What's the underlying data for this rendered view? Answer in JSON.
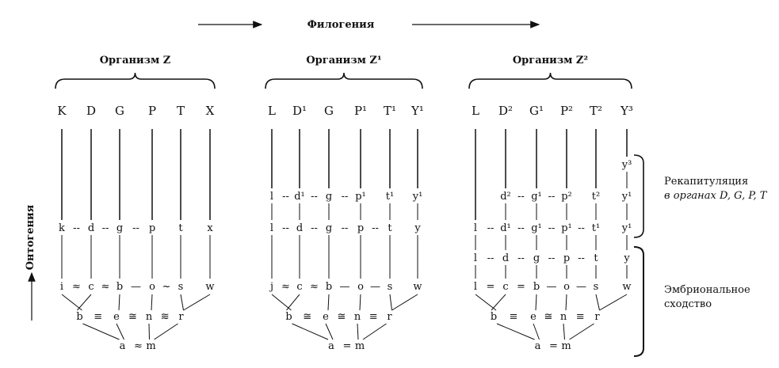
{
  "phylogeny_label": "Филогения",
  "ontogeny_label": "Онтогения",
  "organisms": [
    {
      "title": "Организм Z",
      "top": [
        "K",
        "D",
        "G",
        "P",
        "T",
        "X"
      ],
      "row3": [
        "",
        "",
        "",
        "",
        "",
        ""
      ],
      "rel3": [
        "",
        "",
        "",
        "",
        "",
        ""
      ],
      "row2": [
        "",
        "",
        "",
        "",
        "",
        ""
      ],
      "rel2": [
        "",
        "",
        "",
        "",
        "",
        ""
      ],
      "row1": [
        "k",
        "d",
        "g",
        "p",
        "t",
        "x"
      ],
      "rel1": [
        "",
        "--",
        "--",
        "--",
        "",
        ""
      ],
      "row0": [
        "i",
        "c",
        "b",
        "o",
        "s",
        "w"
      ],
      "rel0": [
        "",
        "≈",
        "≈",
        "—",
        "~",
        ""
      ],
      "pair": [
        "b",
        "e",
        "n",
        "r"
      ],
      "relpair": [
        "≡",
        "≅",
        "≋"
      ],
      "base": [
        "a",
        "m"
      ],
      "relbase": "≈"
    },
    {
      "title": "Организм Z¹",
      "top": [
        "L",
        "D¹",
        "G",
        "P¹",
        "T¹",
        "Y¹"
      ],
      "row3": [
        "",
        "",
        "",
        "",
        "",
        ""
      ],
      "rel3": [
        "",
        "",
        "",
        "",
        "",
        ""
      ],
      "row2": [
        "l",
        "d¹",
        "g",
        "p¹",
        "t¹",
        "y¹"
      ],
      "rel2": [
        "",
        "--",
        "--",
        "--",
        "",
        ""
      ],
      "row1": [
        "l",
        "d",
        "g",
        "p",
        "t",
        "y"
      ],
      "rel1": [
        "",
        "--",
        "--",
        "--",
        "--",
        ""
      ],
      "row0": [
        "j",
        "c",
        "b",
        "o",
        "s",
        "w"
      ],
      "rel0": [
        "",
        "≈",
        "≈",
        "—",
        "—",
        ""
      ],
      "pair": [
        "b",
        "e",
        "n",
        "r"
      ],
      "relpair": [
        "≅",
        "≅",
        "≡"
      ],
      "base": [
        "a",
        "m"
      ],
      "relbase": "="
    },
    {
      "title": "Организм Z²",
      "top": [
        "L",
        "D²",
        "G¹",
        "P²",
        "T²",
        "Y³"
      ],
      "row3": [
        "",
        "",
        "",
        "",
        "",
        "y³"
      ],
      "rel3": [
        "",
        "",
        "",
        "",
        "",
        ""
      ],
      "row2": [
        "",
        "d²",
        "g¹",
        "p²",
        "t²",
        "y¹"
      ],
      "rel2": [
        "",
        "",
        "--",
        "--",
        "",
        ""
      ],
      "row1": [
        "l",
        "d¹",
        "g¹",
        "p¹",
        "t¹",
        "y¹"
      ],
      "rel1": [
        "",
        "--",
        "--",
        "--",
        "--",
        ""
      ],
      "row0b": [
        "l",
        "d",
        "g",
        "p",
        "t",
        "y"
      ],
      "rel0b": [
        "",
        "--",
        "--",
        "--",
        "--",
        ""
      ],
      "row0": [
        "l",
        "c",
        "b",
        "o",
        "s",
        "w"
      ],
      "rel0": [
        "",
        "=",
        "=",
        "—",
        "—",
        ""
      ],
      "pair": [
        "b",
        "e",
        "n",
        "r"
      ],
      "relpair": [
        "≡",
        "≅",
        "≡"
      ],
      "base": [
        "a",
        "m"
      ],
      "relbase": "="
    }
  ],
  "annotations": {
    "recapitulation_line1": "Рекапитуляция",
    "recapitulation_line2": "в органах D, G, P, T",
    "embryonic_line1": "Эмбриональное",
    "embryonic_line2": "сходство"
  }
}
